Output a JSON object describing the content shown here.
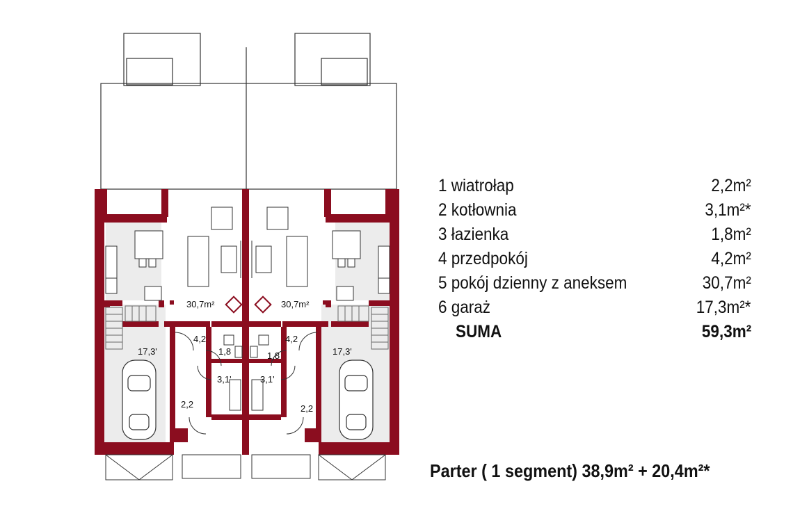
{
  "rooms": [
    {
      "name": "1 wiatrołap",
      "area": "2,2m²"
    },
    {
      "name": "2 kotłownia",
      "area": "3,1m²*"
    },
    {
      "name": "3 łazienka",
      "area": "1,8m²"
    },
    {
      "name": "4 przedpokój",
      "area": "4,2m²"
    },
    {
      "name": "5 pokój dzienny z aneksem",
      "area": "30,7m²"
    },
    {
      "name": "6 garaż",
      "area": "17,3m²*"
    }
  ],
  "total": {
    "name": "SUMA",
    "area": "59,3m²"
  },
  "summary": "Parter ( 1 segment)  38,9m² + 20,4m²*",
  "plan_labels": {
    "living_left": "30,7m²",
    "living_right": "30,7m²",
    "garage_left": "17,3'",
    "garage_right": "17,3'",
    "hall_left": "4,2",
    "hall_right": "4,2",
    "bath_left": "1,8",
    "bath_right": "1,8",
    "boiler_left": "3,1'",
    "boiler_right": "3,1'",
    "vestibule_left": "2,2",
    "vestibule_right": "2,2"
  },
  "colors": {
    "wall": "#8b0d1f",
    "floor_grey": "#ececec",
    "line": "#333333"
  }
}
